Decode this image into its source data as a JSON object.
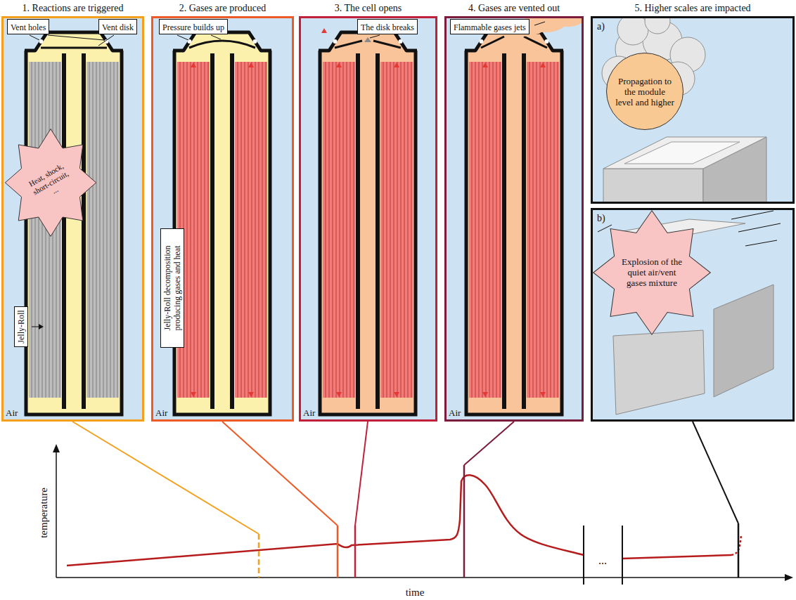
{
  "diagram": {
    "nodes": [
      {
        "text": [
          "1. Reactions are triggered",
          "Air"
        ]
      },
      {
        "text": [
          "Vent holes"
        ],
        "in": 0
      },
      {
        "text": [
          "Vent disk"
        ],
        "in": 0
      },
      {
        "text": [
          "Heat, shock, short-circuit, ..."
        ],
        "in": 0
      },
      {
        "text": [
          "Jelly-Roll"
        ],
        "in": 0
      },
      {
        "text": [
          "2. Gases are produced",
          "Air"
        ]
      },
      {
        "text": [
          "Pressure builds up"
        ],
        "in": 5
      },
      {
        "text": [
          "Jelly-Roll decomposition producing gases and heat"
        ],
        "in": 5
      },
      {
        "text": [
          "3. The cell opens",
          "Air"
        ]
      },
      {
        "text": [
          "The disk breaks"
        ],
        "in": 8
      },
      {
        "text": [
          "4. Gases are vented out",
          "Air"
        ]
      },
      {
        "text": [
          "Flammable gases jets"
        ],
        "in": 10
      },
      {
        "text": [
          "5. Higher scales are impacted",
          "a)"
        ]
      },
      {
        "text": [
          "Propagation to the module level and higher"
        ],
        "in": 12
      },
      {
        "text": [
          "b)"
        ]
      },
      {
        "text": [
          "Explosion of the quiet air/vent gases mixture"
        ],
        "in": 14
      }
    ],
    "labels": [
      "temperature",
      "time",
      "..."
    ]
  }
}
